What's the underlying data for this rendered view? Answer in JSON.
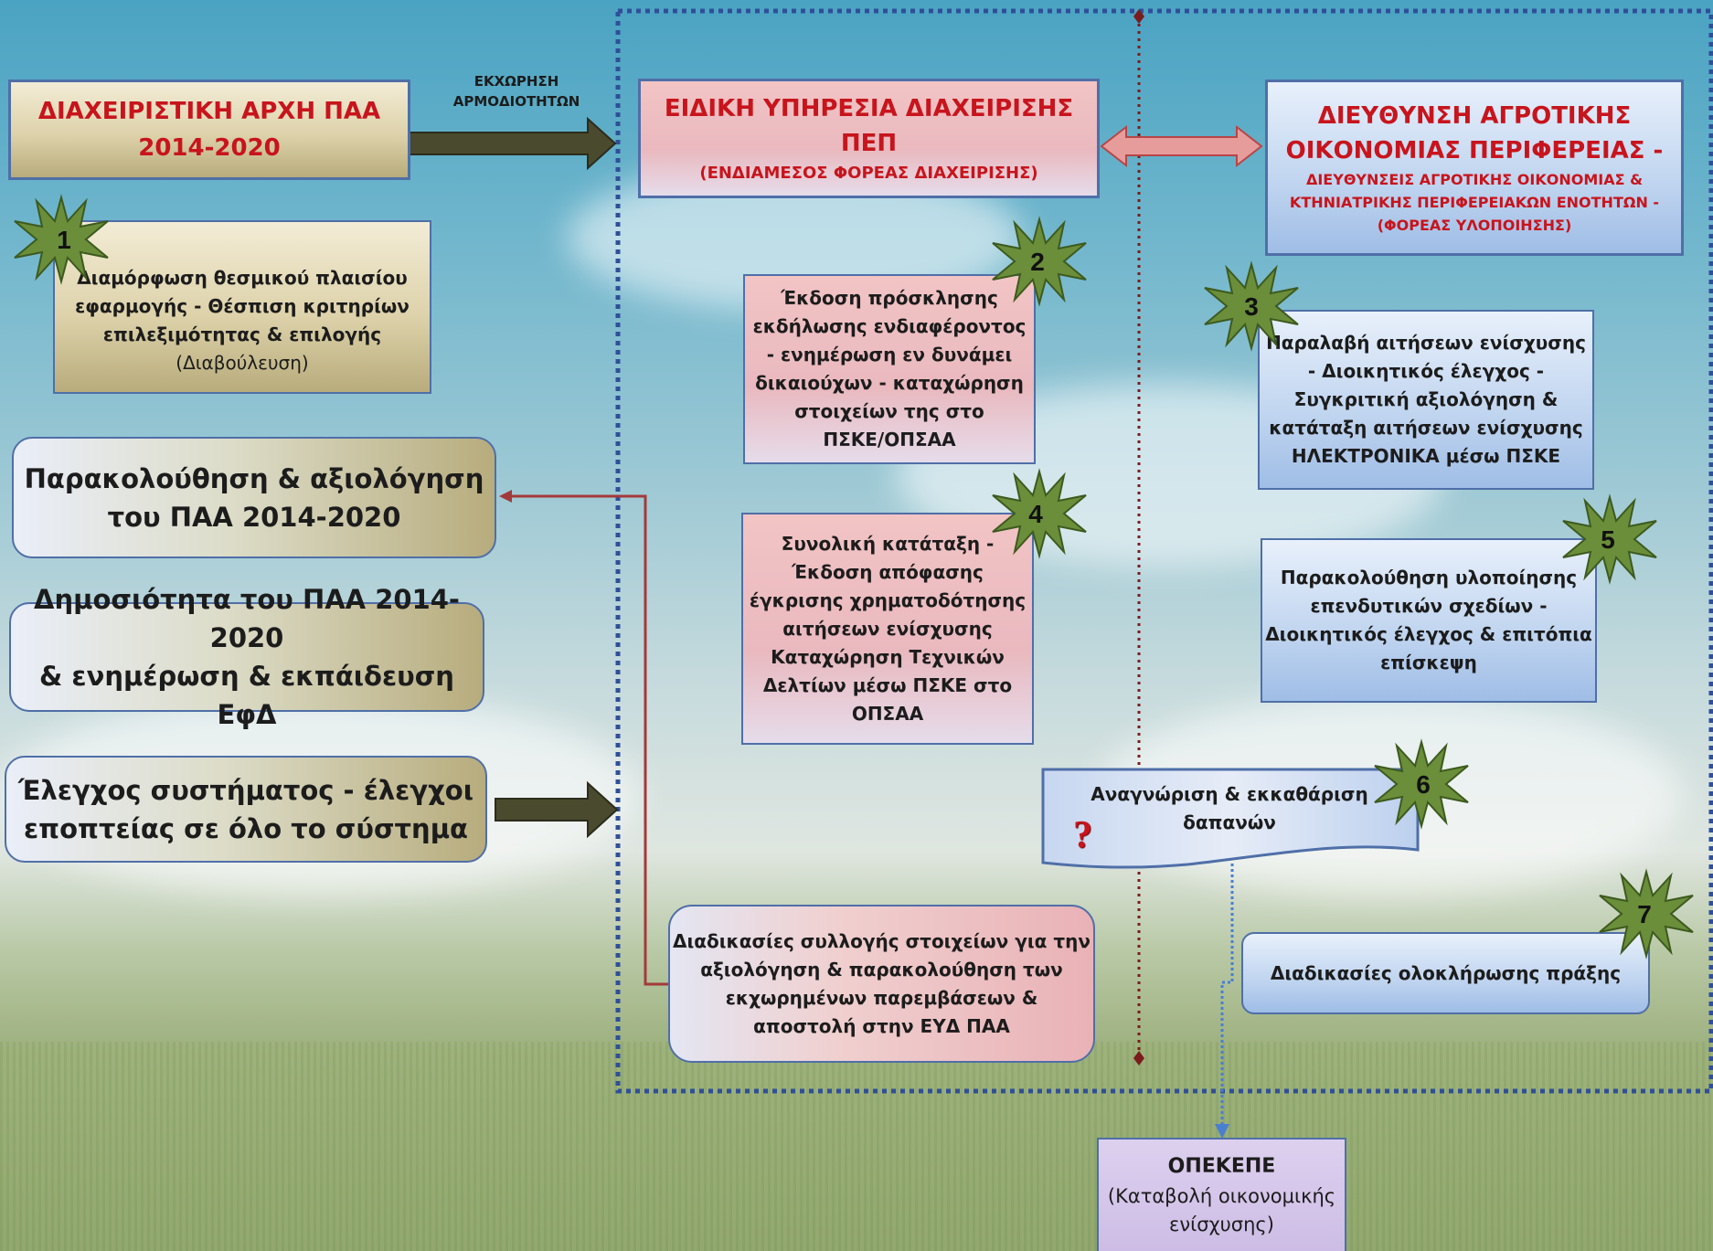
{
  "managing_authority": {
    "line1": "ΔΙΑΧΕΙΡΙΣΤΙΚΗ ΑΡΧΗ ΠΑΑ",
    "line2": "2014-2020"
  },
  "delegation_label": {
    "line1": "ΕΚΧΩΡΗΣΗ",
    "line2": "ΑΡΜΟΔΙΟΤΗΤΩΝ"
  },
  "special_service": {
    "title": "ΕΙΔΙΚΗ ΥΠΗΡΕΣΙΑ ΔΙΑΧΕΙΡΙΣΗΣ ΠΕΠ",
    "subtitle": "(ΕΝΔΙΑΜΕΣΟΣ ΦΟΡΕΑΣ ΔΙΑΧΕΙΡΙΣΗΣ)"
  },
  "directorate": {
    "line1": "ΔΙΕΥΘΥΝΣΗ ΑΓΡΟΤΙΚΗΣ",
    "line2": "ΟΙΚΟΝΟΜΙΑΣ ΠΕΡΙΦΕΡΕΙΑΣ -",
    "sub1": "ΔΙΕΥΘΥΝΣΕΙΣ ΑΓΡΟΤΙΚΗΣ ΟΙΚΟΝΟΜΙΑΣ &",
    "sub2": "ΚΤΗΝΙΑΤΡΙΚΗΣ ΠΕΡΙΦΕΡΕΙΑΚΩΝ ΕΝΟΤΗΤΩΝ -",
    "sub3": "(ΦΟΡΕΑΣ ΥΛΟΠΟΙΗΣΗΣ)"
  },
  "step1": {
    "number": "1",
    "lines": [
      "Διαμόρφωση θεσμικού πλαισίου",
      "εφαρμογής - Θέσπιση κριτηρίων",
      "επιλεξιμότητας & επιλογής"
    ],
    "note": "(Διαβούλευση)"
  },
  "step2": {
    "number": "2",
    "lines": [
      "Έκδοση πρόσκλησης",
      "εκδήλωσης ενδιαφέροντος",
      "- ενημέρωση εν δυνάμει",
      "δικαιούχων - καταχώρηση",
      "στοιχείων της στο",
      "ΠΣΚΕ/ΟΠΣΑΑ"
    ]
  },
  "step3": {
    "number": "3",
    "lines": [
      "Παραλαβή αιτήσεων ενίσχυσης",
      "- Διοικητικός έλεγχος -",
      "Συγκριτική αξιολόγηση &",
      "κατάταξη αιτήσεων ενίσχυσης",
      "ΗΛΕΚΤΡΟΝΙΚΑ μέσω ΠΣΚΕ"
    ]
  },
  "step4": {
    "number": "4",
    "lines": [
      "Συνολική κατάταξη -",
      "Έκδοση απόφασης",
      "έγκρισης χρηματοδότησης",
      "αιτήσεων ενίσχυσης",
      "Καταχώρηση Τεχνικών",
      "Δελτίων μέσω ΠΣΚΕ στο",
      "ΟΠΣΑΑ"
    ]
  },
  "step5": {
    "number": "5",
    "lines": [
      "Παρακολούθηση υλοποίησης",
      "επενδυτικών σχεδίων -",
      "Διοικητικός έλεγχος & επιτόπια",
      "επίσκεψη"
    ]
  },
  "step6": {
    "number": "6",
    "lines": [
      "Αναγνώριση & εκκαθάριση",
      "δαπανών"
    ],
    "mark": "?"
  },
  "step7": {
    "number": "7",
    "lines": [
      "Διαδικασίες ολοκλήρωσης πράξης"
    ]
  },
  "monitoring": {
    "line1": "Παρακολούθηση & αξιολόγηση",
    "line2": "του ΠΑΑ 2014-2020"
  },
  "publicity": {
    "line1": "Δημοσιότητα του ΠΑΑ 2014-2020",
    "line2": "& ενημέρωση & εκπάιδευση ΕφΔ"
  },
  "system_control": {
    "line1": "Έλεγχος συστήματος - έλεγχοι",
    "line2": "εποπτείας σε όλο το σύστημα"
  },
  "data_collection": {
    "lines": [
      "Διαδικασίες συλλογής στοιχείων για την",
      "αξιολόγηση  & παρακολούθηση των",
      "εκχωρημένων παρεμβάσεων &",
      "αποστολή στην ΕΥΔ ΠΑΑ"
    ]
  },
  "opekepe": {
    "title": "ΟΠΕΚΕΠΕ",
    "lines": [
      "(Καταβολή οικονομικής",
      "ενίσχυσης)"
    ]
  },
  "colors": {
    "red_text": "#c8141c",
    "border_blue": "#4f6fa8",
    "star_green": "#6a8e3a",
    "arrow_dark": "#4a4a2e",
    "connector_red": "#a33a3a"
  }
}
